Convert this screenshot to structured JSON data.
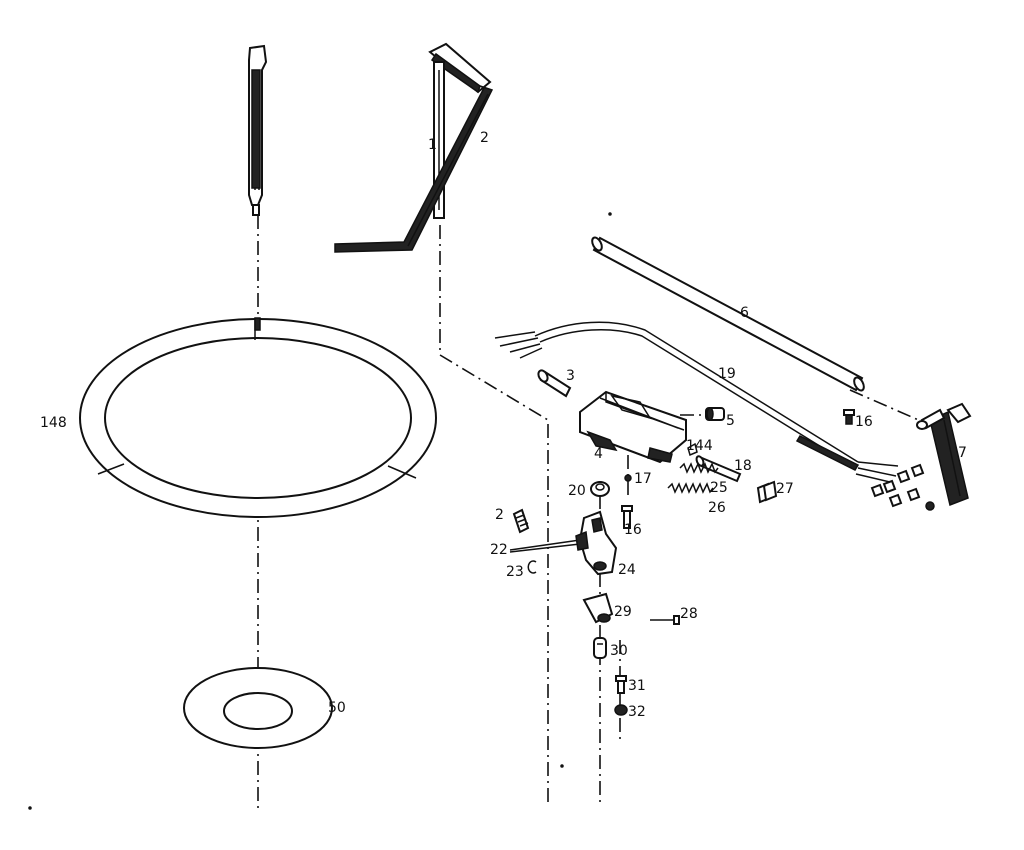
{
  "diagram": {
    "callouts": {
      "c1": "1",
      "c2": "2",
      "c3": "3",
      "c4": "4",
      "c5": "5",
      "c6": "6",
      "c7": "7",
      "c144": "144",
      "c148": "148",
      "c16a": "16",
      "c16b": "16",
      "c17": "17",
      "c18": "18",
      "c19": "19",
      "c20": "20",
      "c2b": "2",
      "c22": "22",
      "c23": "23",
      "c24": "24",
      "c25": "25",
      "c26": "26",
      "c27": "27",
      "c28": "28",
      "c29": "29",
      "c30": "30",
      "c31": "31",
      "c32": "32",
      "c50": "50"
    }
  }
}
